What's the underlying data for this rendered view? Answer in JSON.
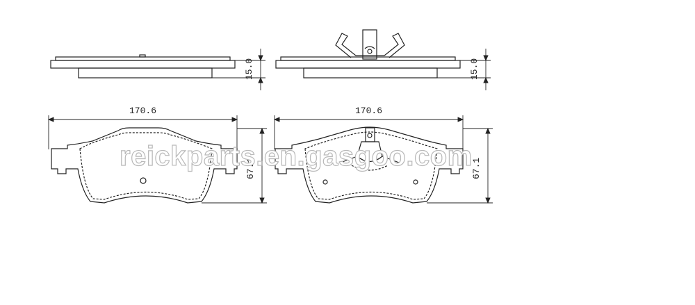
{
  "drawing": {
    "left_view": {
      "width_dimension": "170.6",
      "height_dimension": "67.1",
      "thickness_dimension": "15.0"
    },
    "right_view": {
      "width_dimension": "170.6",
      "height_dimension": "67.1",
      "thickness_dimension": "15.0"
    }
  },
  "watermark": {
    "text": "reickparts.en.gasgoo.com"
  },
  "colors": {
    "line": "#222222",
    "watermark_outline": "#b8b8b8"
  }
}
